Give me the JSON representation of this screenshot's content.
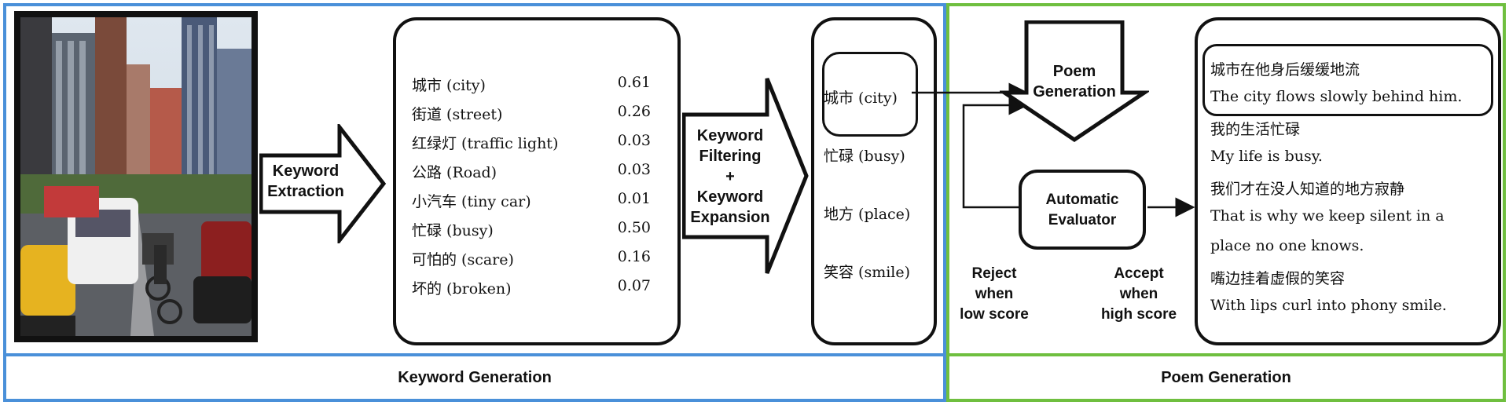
{
  "sections": {
    "keyword_generation": "Keyword Generation",
    "poem_generation": "Poem Generation"
  },
  "image": {
    "alt": "city street photo",
    "icon": "photo-icon"
  },
  "arrows": {
    "extraction": [
      "Keyword",
      "Extraction"
    ],
    "filtering": [
      "Keyword",
      "Filtering",
      "+",
      "Keyword",
      "Expansion"
    ],
    "poem_generation": [
      "Poem",
      "Generation"
    ]
  },
  "keywords": [
    {
      "term": "城市 (city)",
      "score": "0.61"
    },
    {
      "term": "街道 (street)",
      "score": "0.26"
    },
    {
      "term": "红绿灯 (traffic light)",
      "score": "0.03"
    },
    {
      "term": "公路 (Road)",
      "score": "0.03"
    },
    {
      "term": "小汽车 (tiny car)",
      "score": "0.01"
    },
    {
      "term": "忙碌 (busy)",
      "score": "0.50"
    },
    {
      "term": "可怕的 (scare)",
      "score": "0.16"
    },
    {
      "term": "坏的 (broken)",
      "score": "0.07"
    }
  ],
  "selected_keywords": [
    "城市 (city)",
    "忙碌 (busy)",
    "地方 (place)",
    "笑容 (smile)"
  ],
  "evaluator": [
    "Automatic",
    "Evaluator"
  ],
  "reject": [
    "Reject",
    "when",
    "low score"
  ],
  "accept": [
    "Accept",
    "when",
    "high score"
  ],
  "poem": [
    "城市在他身后缓缓地流",
    "The city flows slowly behind him.",
    "我的生活忙碌",
    "My life is busy.",
    "我们才在没人知道的地方寂静",
    "That is why we keep silent in a",
    "place no one knows.",
    "嘴边挂着虚假的笑容",
    "With lips curl into phony smile."
  ]
}
